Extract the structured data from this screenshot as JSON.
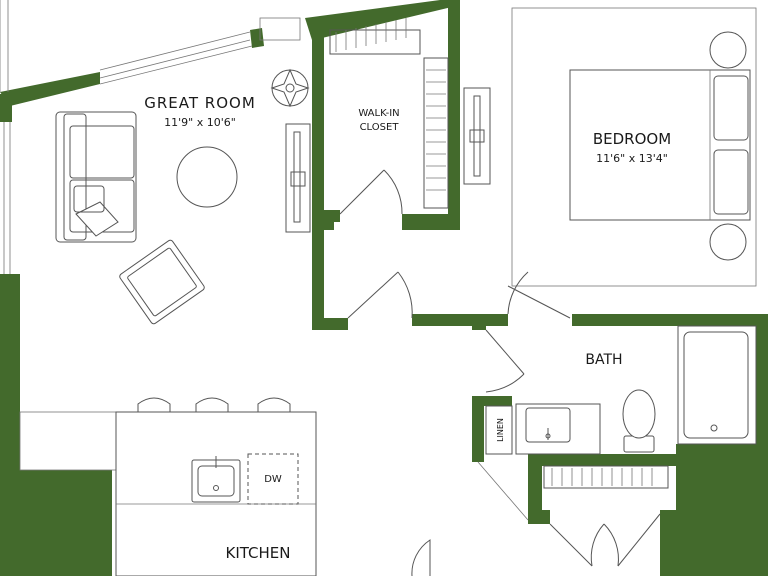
{
  "plan": {
    "wall_color": "#436a2c",
    "rooms": {
      "great_room": {
        "name": "GREAT ROOM",
        "size": "11'9\" x 10'6\""
      },
      "bedroom": {
        "name": "BEDROOM",
        "size": "11'6\" x 13'4\""
      },
      "walk_in_closet": {
        "line1": "WALK-IN",
        "line2": "CLOSET"
      },
      "bath": {
        "name": "BATH"
      },
      "kitchen": {
        "name": "KITCHEN"
      }
    },
    "fixtures": {
      "linen": "LINEN",
      "dishwasher": "DW"
    }
  }
}
